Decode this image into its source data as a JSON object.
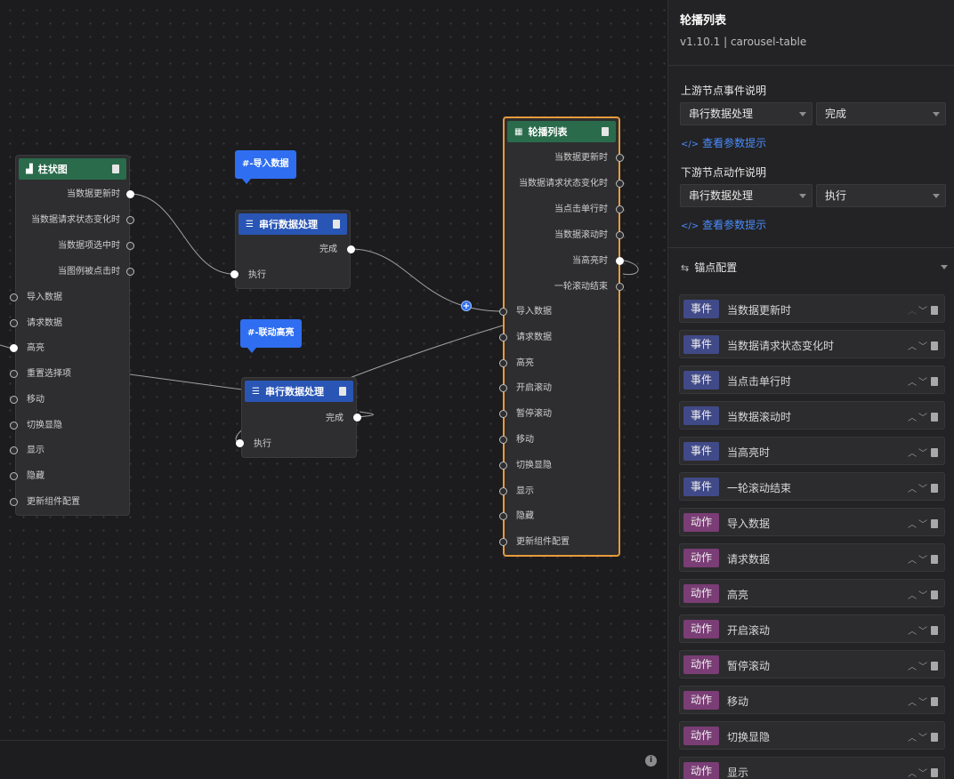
{
  "canvas": {
    "bar_node": {
      "title": "柱状图",
      "outputs": [
        "当数据更新时",
        "当数据请求状态变化时",
        "当数据项选中时",
        "当图例被点击时"
      ],
      "inputs": [
        "导入数据",
        "请求数据",
        "高亮",
        "重置选择项",
        "移动",
        "切换显隐",
        "显示",
        "隐藏",
        "更新组件配置"
      ]
    },
    "tag_import": "#-导入数据",
    "tag_highlight": "#-联动高亮",
    "serial_node_1": {
      "title": "串行数据处理",
      "output": "完成",
      "input": "执行"
    },
    "serial_node_2": {
      "title": "串行数据处理",
      "output": "完成",
      "input": "执行"
    },
    "carousel_node": {
      "title": "轮播列表",
      "outputs": [
        "当数据更新时",
        "当数据请求状态变化时",
        "当点击单行时",
        "当数据滚动时",
        "当高亮时",
        "一轮滚动结束"
      ],
      "inputs": [
        "导入数据",
        "请求数据",
        "高亮",
        "开启滚动",
        "暂停滚动",
        "移动",
        "切换显隐",
        "显示",
        "隐藏",
        "更新组件配置"
      ]
    },
    "plus_glyph": "+",
    "info_glyph": "i"
  },
  "panel": {
    "title": "轮播列表",
    "subtitle": "v1.10.1 | carousel-table",
    "upstream_label": "上游节点事件说明",
    "upstream_select_1": "串行数据处理",
    "upstream_select_2": "完成",
    "hint_text": "查看参数提示",
    "hint_icon": "</>",
    "downstream_label": "下游节点动作说明",
    "downstream_select_1": "串行数据处理",
    "downstream_select_2": "执行",
    "anchor_title": "锚点配置",
    "anchor_icon": "⇆",
    "anchors": [
      {
        "type": "事件",
        "kind": "event",
        "label": "当数据更新时"
      },
      {
        "type": "事件",
        "kind": "event",
        "label": "当数据请求状态变化时"
      },
      {
        "type": "事件",
        "kind": "event",
        "label": "当点击单行时"
      },
      {
        "type": "事件",
        "kind": "event",
        "label": "当数据滚动时"
      },
      {
        "type": "事件",
        "kind": "event",
        "label": "当高亮时"
      },
      {
        "type": "事件",
        "kind": "event",
        "label": "一轮滚动结束"
      },
      {
        "type": "动作",
        "kind": "action",
        "label": "导入数据"
      },
      {
        "type": "动作",
        "kind": "action",
        "label": "请求数据"
      },
      {
        "type": "动作",
        "kind": "action",
        "label": "高亮"
      },
      {
        "type": "动作",
        "kind": "action",
        "label": "开启滚动"
      },
      {
        "type": "动作",
        "kind": "action",
        "label": "暂停滚动"
      },
      {
        "type": "动作",
        "kind": "action",
        "label": "移动"
      },
      {
        "type": "动作",
        "kind": "action",
        "label": "切换显隐"
      },
      {
        "type": "动作",
        "kind": "action",
        "label": "显示"
      }
    ],
    "colors": {
      "event_badge": "#414a88",
      "action_badge": "#7a3d75",
      "link": "#4a8cff",
      "selected_border": "#e89a3c"
    }
  }
}
